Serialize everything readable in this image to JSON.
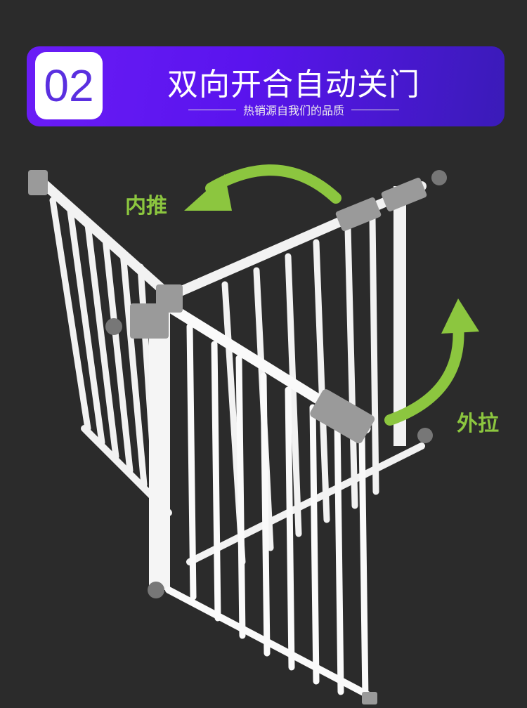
{
  "header": {
    "number": "02",
    "title": "双向开合自动关门",
    "subtitle": "热销源自我们的品质"
  },
  "labels": {
    "push_in": "内推",
    "pull_out": "外拉"
  },
  "colors": {
    "background": "#2b2b2b",
    "banner_purple": "#5a14ee",
    "arrow_green": "#8cc63f",
    "gate_white": "#f4f4f4",
    "fitting_gray": "#9a9a9a"
  }
}
